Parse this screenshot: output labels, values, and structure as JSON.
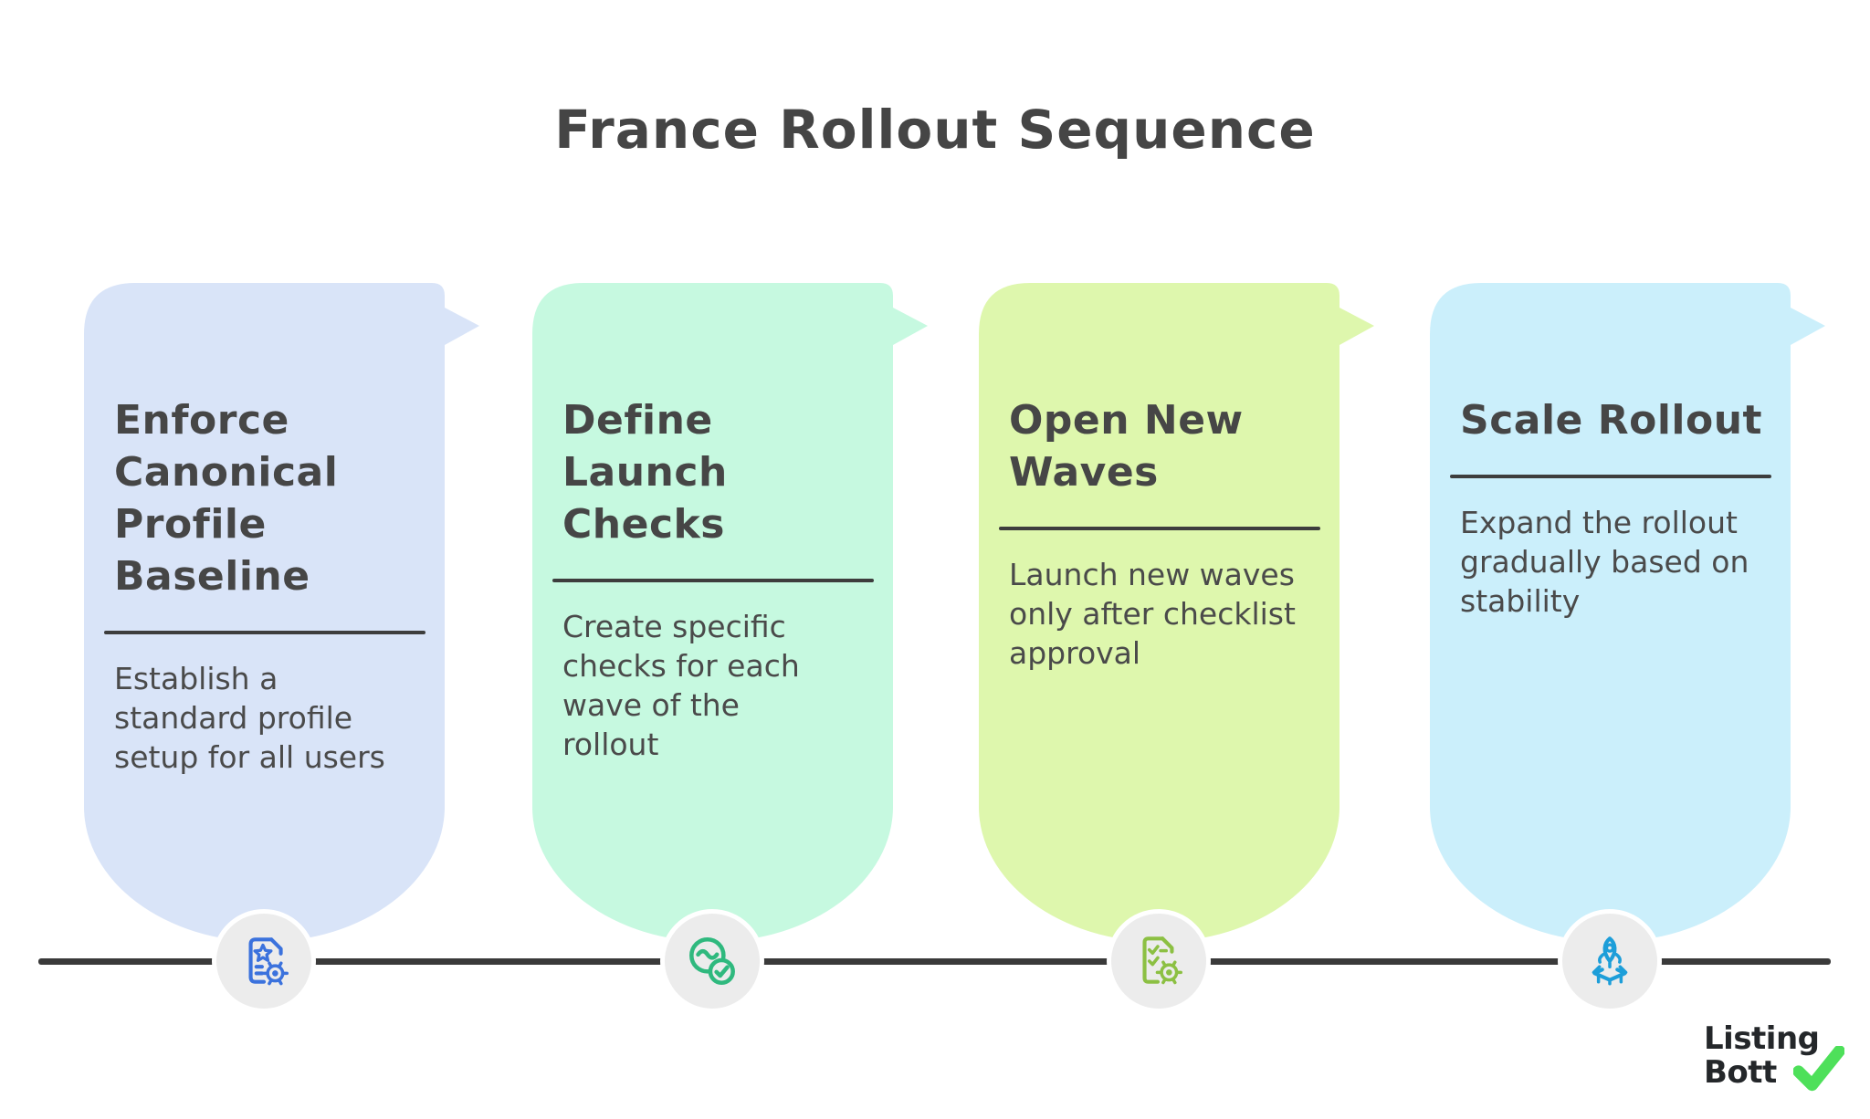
{
  "title": "France Rollout Sequence",
  "steps": [
    {
      "title": "Enforce\nCanonical\nProfile\nBaseline",
      "description": "Establish a\nstandard profile\nsetup for all users",
      "bg": "#d9e4f8",
      "icon": "document-star-gear-icon",
      "icon_color": "#3b72dd"
    },
    {
      "title": "Define Launch\nChecks",
      "description": "Create specific\nchecks for each\nwave of the\nrollout",
      "bg": "#c6f9e0",
      "icon": "scout-circle-check-icon",
      "icon_color": "#2fb97e"
    },
    {
      "title": "Open New\nWaves",
      "description": "Launch new waves\nonly after checklist\napproval",
      "bg": "#def7ad",
      "icon": "checklist-gear-icon",
      "icon_color": "#8cc043"
    },
    {
      "title": "Scale Rollout",
      "description": "Expand the rollout\ngradually based on\nstability",
      "bg": "#cbeffb",
      "icon": "rocket-launch-icon",
      "icon_color": "#1d9ed9"
    }
  ],
  "timeline": {
    "line_color": "#3a3a3a",
    "node_bg": "#ececec"
  },
  "logo": {
    "line1": "Listing",
    "line2": "Bott",
    "check_color": "#4ee05a"
  }
}
